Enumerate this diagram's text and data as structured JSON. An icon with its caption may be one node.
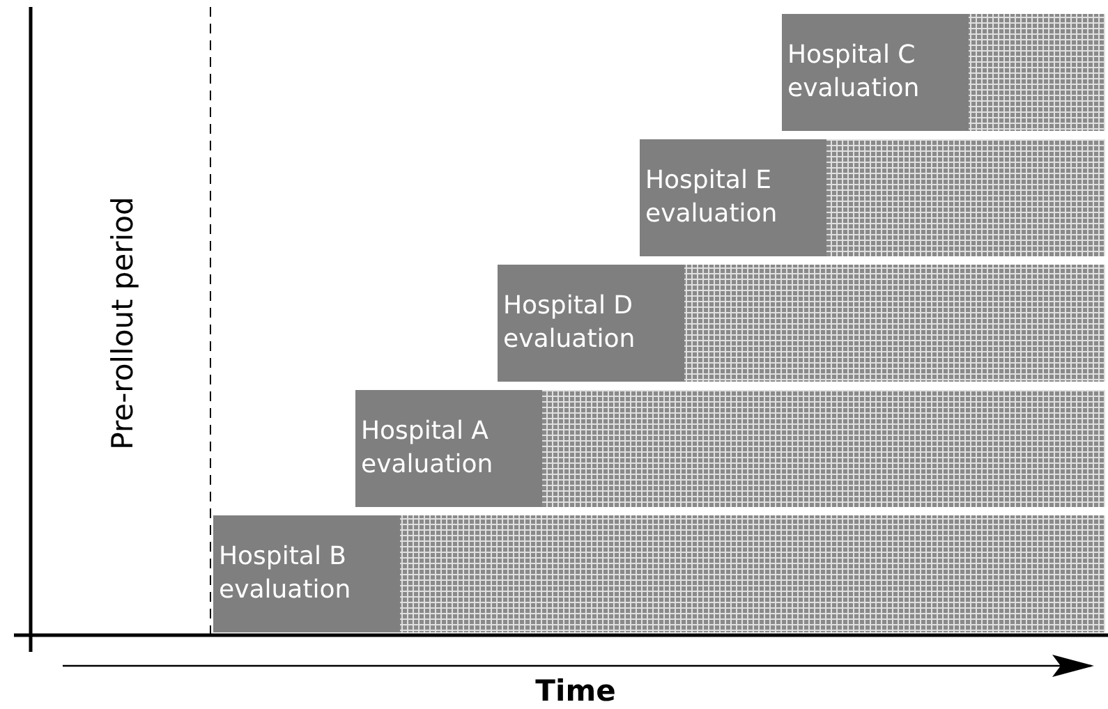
{
  "diagram": {
    "nodes": [
      {
        "text": [
          "Hospital C evaluation"
        ]
      },
      {
        "text": [
          "Hospital E evaluation"
        ]
      },
      {
        "text": [
          "Hospital D evaluation"
        ]
      },
      {
        "text": [
          "Hospital A evaluation"
        ]
      },
      {
        "text": [
          "Hospital B evaluation"
        ]
      },
      {
        "text": [],
        "shape": "bar"
      },
      {
        "text": [],
        "shape": "bar"
      },
      {
        "text": [],
        "shape": "bar"
      },
      {
        "text": [],
        "shape": "bar"
      },
      {
        "text": [],
        "shape": "bar"
      }
    ],
    "edges": [],
    "labels": [
      "Pre-rollout period",
      "Time"
    ]
  }
}
